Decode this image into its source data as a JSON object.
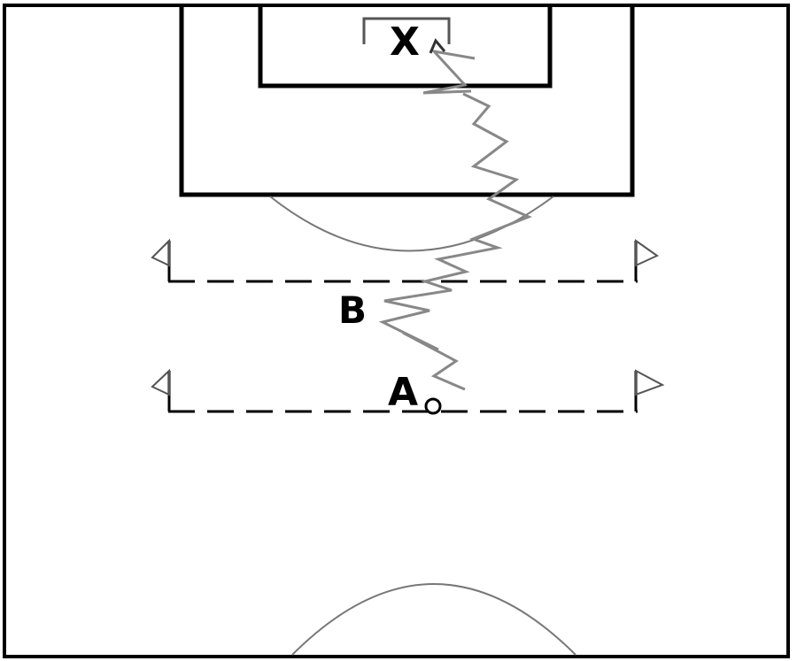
{
  "diagram": {
    "players": {
      "goalkeeper": "X",
      "attacker_b": "B",
      "attacker_a": "A"
    },
    "colors": {
      "lines": "#000000",
      "dribble_path": "#999999",
      "background": "#ffffff"
    }
  }
}
